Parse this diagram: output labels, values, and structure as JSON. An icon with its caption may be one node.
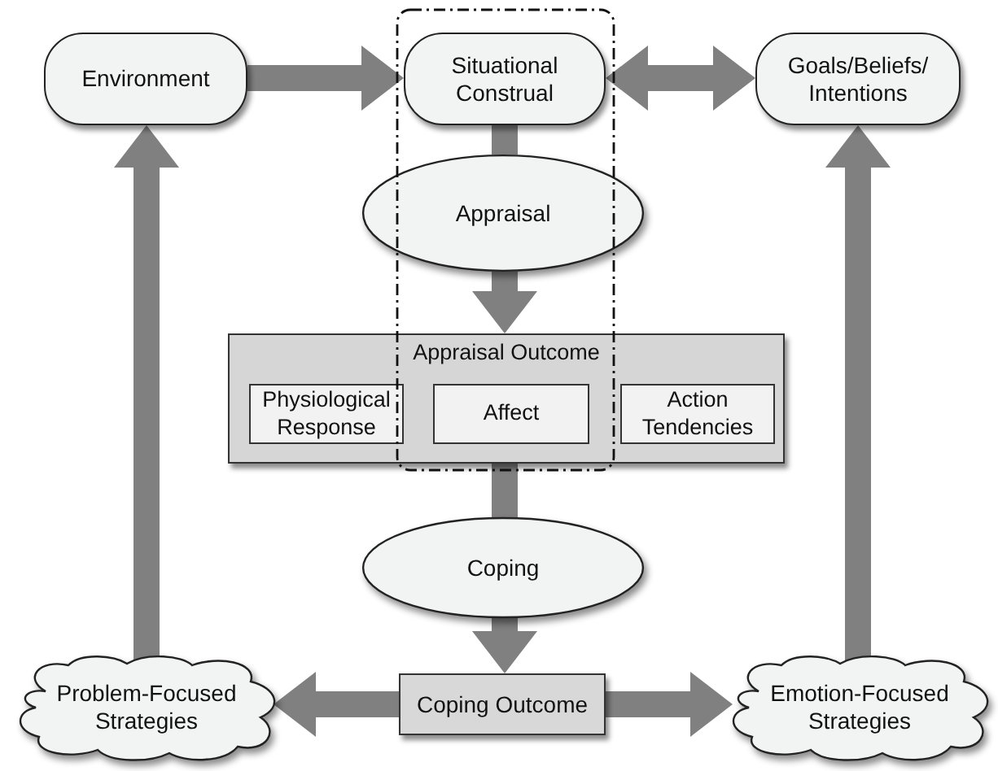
{
  "diagram": {
    "nodes": [
      {
        "text": [
          "Environment"
        ]
      },
      {
        "text": [
          "Situational Construal"
        ]
      },
      {
        "text": [
          "Goals/Beliefs/ Intentions"
        ]
      },
      {
        "text": [
          "Appraisal"
        ]
      },
      {
        "text": [
          "Appraisal Outcome"
        ]
      },
      {
        "text": [
          "Physiological Response"
        ],
        "in": 4
      },
      {
        "text": [
          "Affect"
        ],
        "in": 4
      },
      {
        "text": [
          "Action Tendencies"
        ],
        "in": 4
      },
      {
        "text": [
          "Coping"
        ]
      },
      {
        "text": [
          "Problem-Focused Strategies"
        ]
      },
      {
        "text": [
          "Coping Outcome"
        ]
      },
      {
        "text": [
          "Emotion-Focused Strategies"
        ]
      }
    ],
    "edges": [
      {
        "from": 0,
        "to": 1,
        "arrow": "to"
      },
      {
        "from": 1,
        "to": 2,
        "arrow": "both"
      },
      {
        "from": 1,
        "to": 3,
        "arrow": "none"
      },
      {
        "from": 3,
        "to": 4,
        "arrow": "to"
      },
      {
        "from": 4,
        "to": 8,
        "arrow": "none"
      },
      {
        "from": 8,
        "to": 10,
        "arrow": "to"
      },
      {
        "from": 10,
        "to": 9,
        "arrow": "to"
      },
      {
        "from": 10,
        "to": 11,
        "arrow": "to"
      },
      {
        "from": 9,
        "to": 0,
        "arrow": "to"
      },
      {
        "from": 11,
        "to": 2,
        "arrow": "to"
      }
    ]
  }
}
